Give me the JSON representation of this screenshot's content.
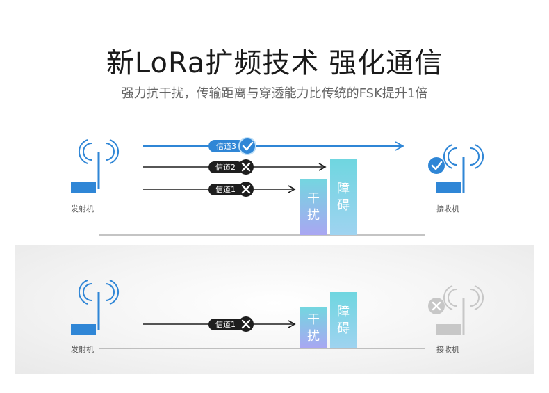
{
  "title": "新LoRa扩频技术 强化通信",
  "subtitle": "强力抗干扰，传输距离与穿透能力比传统的FSK提升1倍",
  "top": {
    "transmitter_label": "发射机",
    "receiver_label": "接收机",
    "channels": [
      {
        "label": "信道3",
        "status": "ok"
      },
      {
        "label": "信道2",
        "status": "blocked"
      },
      {
        "label": "信道1",
        "status": "blocked"
      }
    ],
    "interference": [
      "干",
      "扰"
    ],
    "obstacle": [
      "障",
      "碍"
    ],
    "receiver_status": "ok"
  },
  "bottom": {
    "transmitter_label": "发射机",
    "receiver_label": "接收机",
    "channels": [
      {
        "label": "信道1",
        "status": "blocked"
      }
    ],
    "interference": [
      "干",
      "扰"
    ],
    "obstacle": [
      "障",
      "碍"
    ],
    "receiver_status": "failed"
  },
  "colors": {
    "signal_blue": "#2f86d6",
    "ok_blue": "#2f86d6",
    "blocked_dark": "#1e1e1e",
    "device_grey": "#c7c7c7"
  }
}
